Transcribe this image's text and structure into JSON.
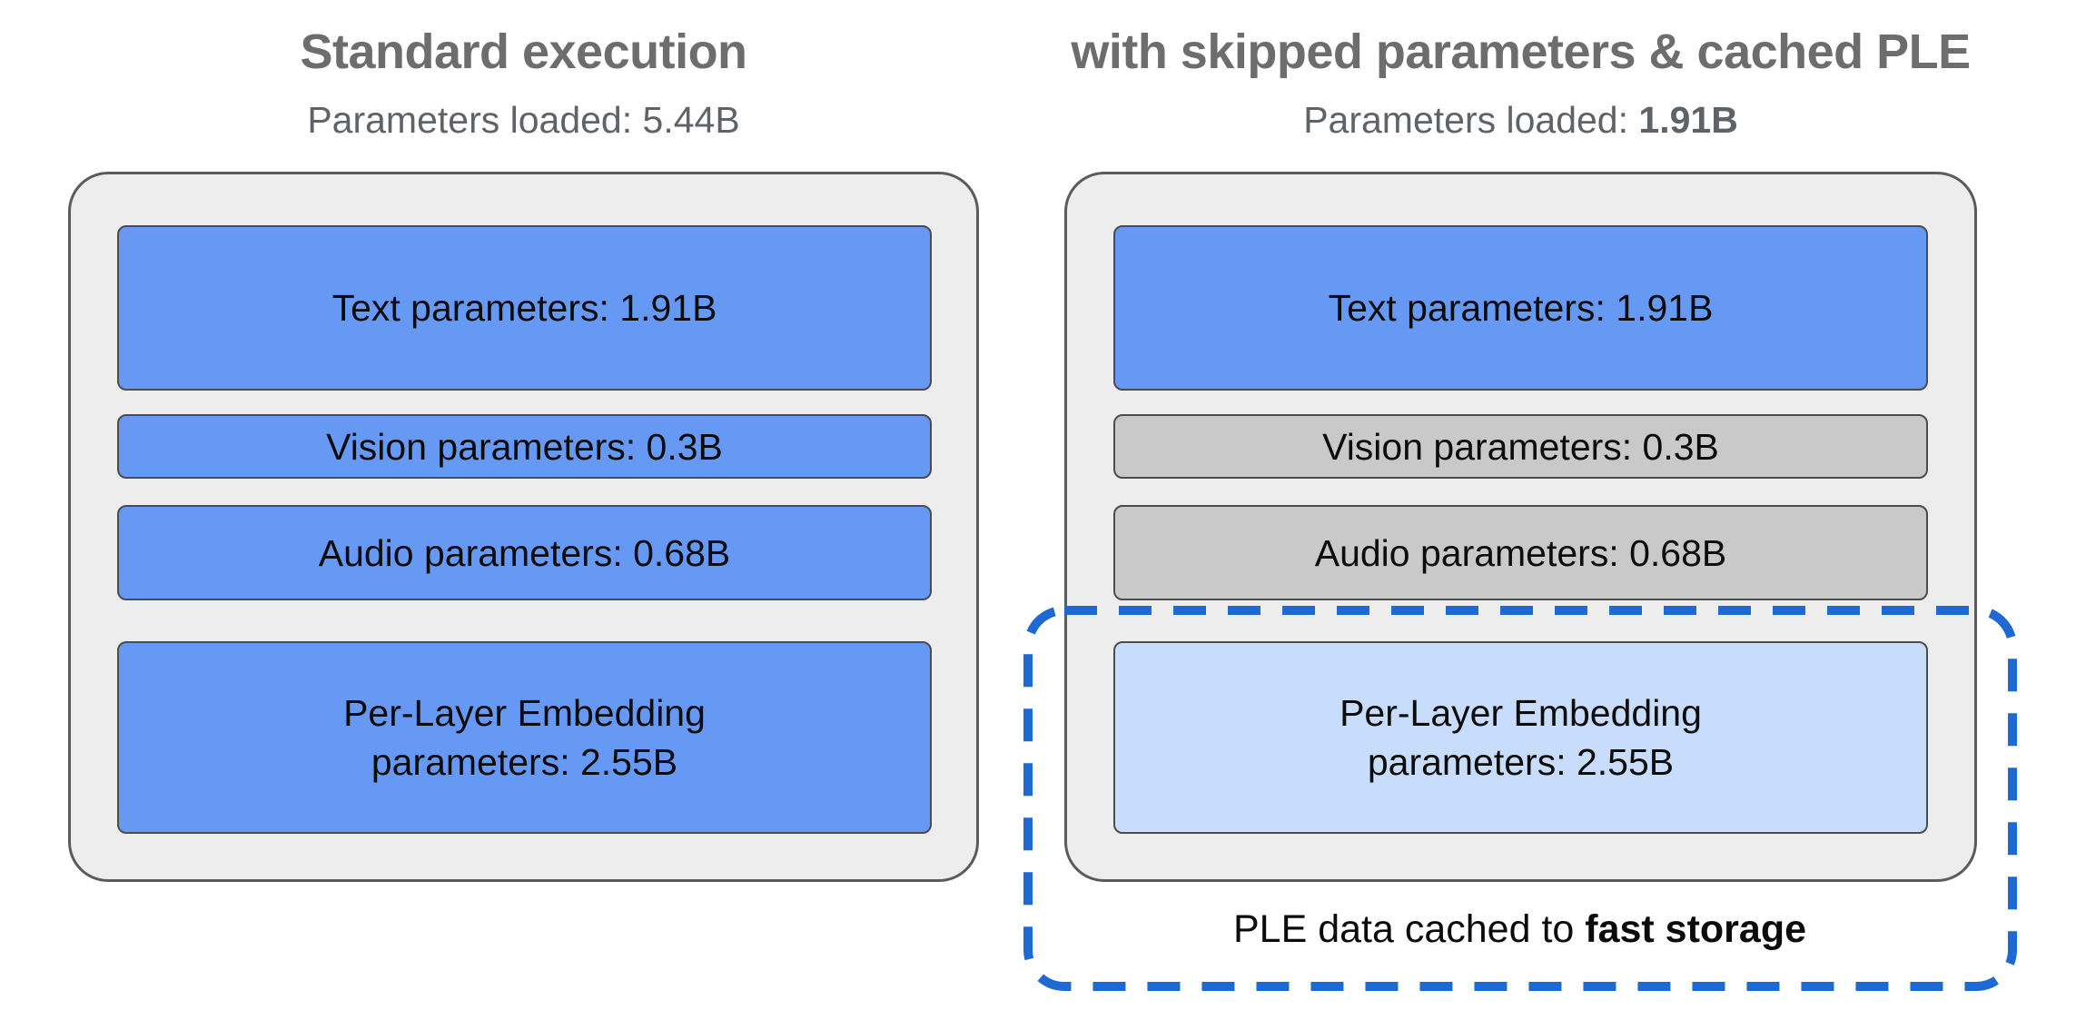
{
  "colors": {
    "box-blue": "#6699f4",
    "box-blue-light": "#c8dcfc",
    "box-gray": "#c9c9c9",
    "container-fill": "#ededed",
    "dashed-blue": "#1f69d2",
    "title-gray": "#6d6d6d",
    "subtitle-gray": "#5f6368"
  },
  "left_panel": {
    "title": "Standard execution",
    "subtitle_prefix": "Parameters loaded: ",
    "subtitle_value": "5.44B",
    "boxes": {
      "text": "Text parameters: 1.91B",
      "vision": "Vision parameters: 0.3B",
      "audio": "Audio parameters: 0.68B",
      "ple_line1": "Per-Layer Embedding",
      "ple_line2": "parameters: 2.55B"
    }
  },
  "right_panel": {
    "title": "with skipped parameters & cached PLE",
    "subtitle_prefix": "Parameters loaded: ",
    "subtitle_value": "1.91B",
    "boxes": {
      "text": "Text parameters: 1.91B",
      "vision": "Vision parameters: 0.3B",
      "audio": "Audio parameters: 0.68B",
      "ple_line1": "Per-Layer Embedding",
      "ple_line2": "parameters: 2.55B"
    },
    "caption_prefix": "PLE data cached to ",
    "caption_emphasis": "fast storage"
  }
}
